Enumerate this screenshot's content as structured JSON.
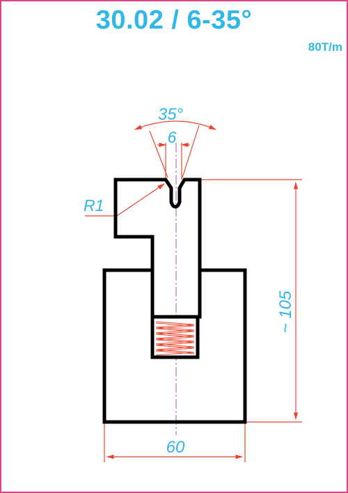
{
  "header": {
    "title": "30.02 / 6-35°",
    "capacity": "80T/m"
  },
  "dimensions": {
    "angle": "35°",
    "opening": "6",
    "radius": "R1",
    "height": "~ 105",
    "width": "60"
  },
  "colors": {
    "frame": "#e0428a",
    "text": "#2fb7e6",
    "dimension_lines": "#e8452c",
    "outline": "#000000",
    "centerline": "#9b59b6",
    "spring": "#e8452c"
  }
}
